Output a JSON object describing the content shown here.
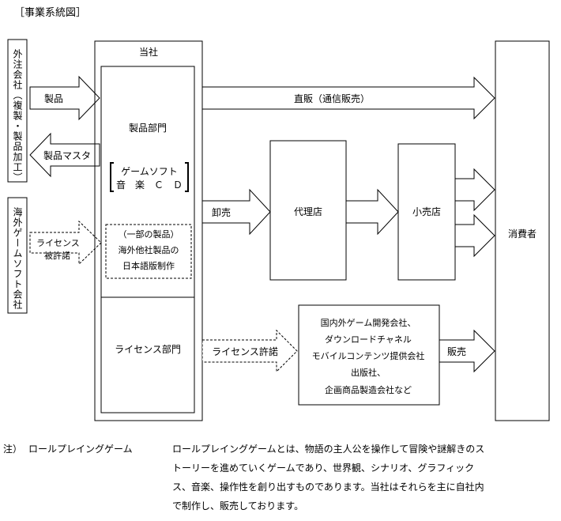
{
  "header": "［事業系統図］",
  "outsourcer": {
    "label_line1": "外注会社",
    "label_line2": "（複製・製品加工）"
  },
  "overseas_company": {
    "label_line1": "海外ゲーム",
    "label_line2": "ソフト会社"
  },
  "arrows": {
    "product": "製品",
    "product_master": "製品マスタ",
    "license_received_line1": "ライセンス",
    "license_received_line2": "被許諾",
    "direct_sales": "直販（通信販売）",
    "wholesale": "卸売",
    "license_grant": "ライセンス許諾",
    "sales": "販売"
  },
  "company": {
    "title": "当社",
    "products_division": "製品部門",
    "game_software": "ゲームソフト",
    "music_cd": "音　楽　Ｃ　Ｄ",
    "partial_products": "（一部の製品）",
    "overseas_line1": "海外他社製品の",
    "overseas_line2": "日本語版制作",
    "license_division": "ライセンス部門"
  },
  "agency": "代理店",
  "retailer": "小売店",
  "consumer": "消費者",
  "licensees": [
    "国内外ゲーム開発会社、",
    "ダウンロードチャネル",
    "モバイルコンテンツ提供会社",
    "出版社、",
    "企画商品製造会社など"
  ],
  "footnote": {
    "mark": "注）",
    "term": "ロールプレイングゲーム",
    "lines": [
      "ロールプレイングゲームとは、物語の主人公を操作して冒険や謎解きのス",
      "トーリーを進めていくゲームであり、世界観、シナリオ、グラフィック",
      "ス、音楽、操作性を創り出すものであります。当社はそれらを主に自社内",
      "で制作し、販売しております。"
    ]
  }
}
